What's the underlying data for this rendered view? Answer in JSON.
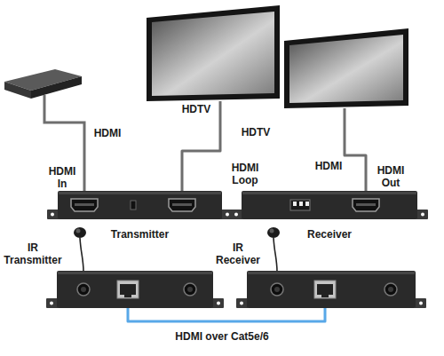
{
  "diagram": {
    "nodes": [
      {
        "text": [
          "HDTV"
        ]
      },
      {
        "text": [
          "HDTV"
        ]
      },
      {
        "text": [
          "Transmitter"
        ]
      },
      {
        "text": [
          "Receiver"
        ]
      },
      {
        "text": [
          "IR Transmitter"
        ]
      },
      {
        "text": [
          "IR Receiver"
        ]
      }
    ],
    "edges": [
      {
        "from": 2,
        "to": 0,
        "arrow": "none"
      },
      {
        "from": 3,
        "to": 1,
        "arrow": "none"
      },
      {
        "from": 4,
        "to": 5,
        "arrow": "none"
      }
    ],
    "labels": [
      "HDMI",
      "HDMI In",
      "HDMI Loop",
      "HDMI",
      "HDMI Out",
      "HDMI over Cat5e/6"
    ]
  }
}
